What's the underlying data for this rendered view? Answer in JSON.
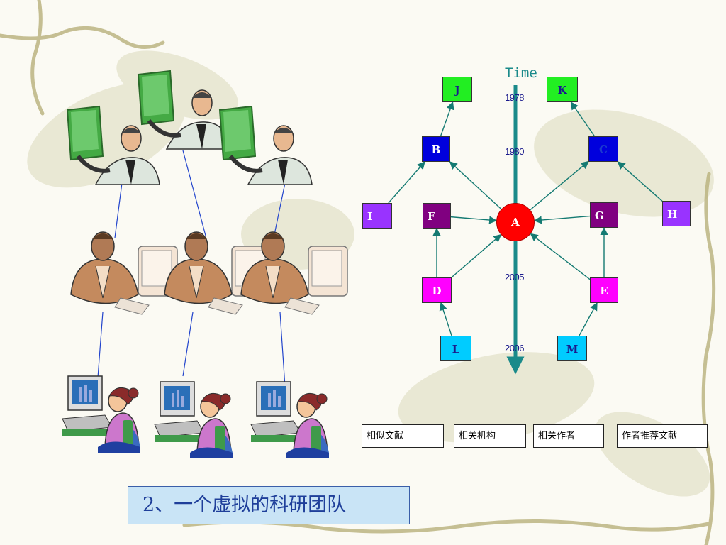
{
  "caption": "2、一个虚拟的科研团队",
  "diagram": {
    "time_label": "Time",
    "years": [
      "1978",
      "1980",
      "2005",
      "2006"
    ],
    "center_node": {
      "label": "A",
      "color": "#ff0000"
    },
    "nodes": [
      {
        "id": "J",
        "label": "J",
        "color": "#22ee22",
        "text_color": "#1a1a8c"
      },
      {
        "id": "K",
        "label": "K",
        "color": "#22ee22",
        "text_color": "#1a1a8c"
      },
      {
        "id": "B",
        "label": "B",
        "color": "#0000dd",
        "text_color": "#ffffff"
      },
      {
        "id": "C",
        "label": "C",
        "color": "#0000dd",
        "text_color": "#1a3ad0"
      },
      {
        "id": "I",
        "label": "I",
        "color": "#9933ff",
        "text_color": "#ffffff"
      },
      {
        "id": "F",
        "label": "F",
        "color": "#800080",
        "text_color": "#ffffff"
      },
      {
        "id": "G",
        "label": "G",
        "color": "#800080",
        "text_color": "#ffffff"
      },
      {
        "id": "H",
        "label": "H",
        "color": "#9933ff",
        "text_color": "#ffffff"
      },
      {
        "id": "D",
        "label": "D",
        "color": "#ff00ff",
        "text_color": "#ffffff"
      },
      {
        "id": "E",
        "label": "E",
        "color": "#ff00ff",
        "text_color": "#ffffff"
      },
      {
        "id": "L",
        "label": "L",
        "color": "#00ccff",
        "text_color": "#1a1a8c"
      },
      {
        "id": "M",
        "label": "M",
        "color": "#00ccff",
        "text_color": "#1a1a8c"
      }
    ],
    "edges": [
      [
        "B",
        "J"
      ],
      [
        "C",
        "K"
      ],
      [
        "A",
        "B"
      ],
      [
        "A",
        "C"
      ],
      [
        "I",
        "B"
      ],
      [
        "H",
        "C"
      ],
      [
        "F",
        "A"
      ],
      [
        "D",
        "F"
      ],
      [
        "G",
        "A"
      ],
      [
        "E",
        "G"
      ],
      [
        "D",
        "A"
      ],
      [
        "E",
        "A"
      ],
      [
        "L",
        "D"
      ],
      [
        "M",
        "E"
      ]
    ]
  },
  "legend": [
    "相似文献",
    "相关机构",
    "相关作者",
    "作者推荐文献"
  ],
  "colors": {
    "edge": "#147a72",
    "time_axis": "#1a8a8a",
    "caption_bg": "#c9e4f6",
    "caption_text": "#1f3f9a",
    "board": "#44aa44",
    "connector": "#2244cc"
  },
  "icons": {
    "presenters": "presenter-with-board-icon",
    "workers": "man-at-computer-icon",
    "researchers": "woman-at-computer-icon"
  }
}
